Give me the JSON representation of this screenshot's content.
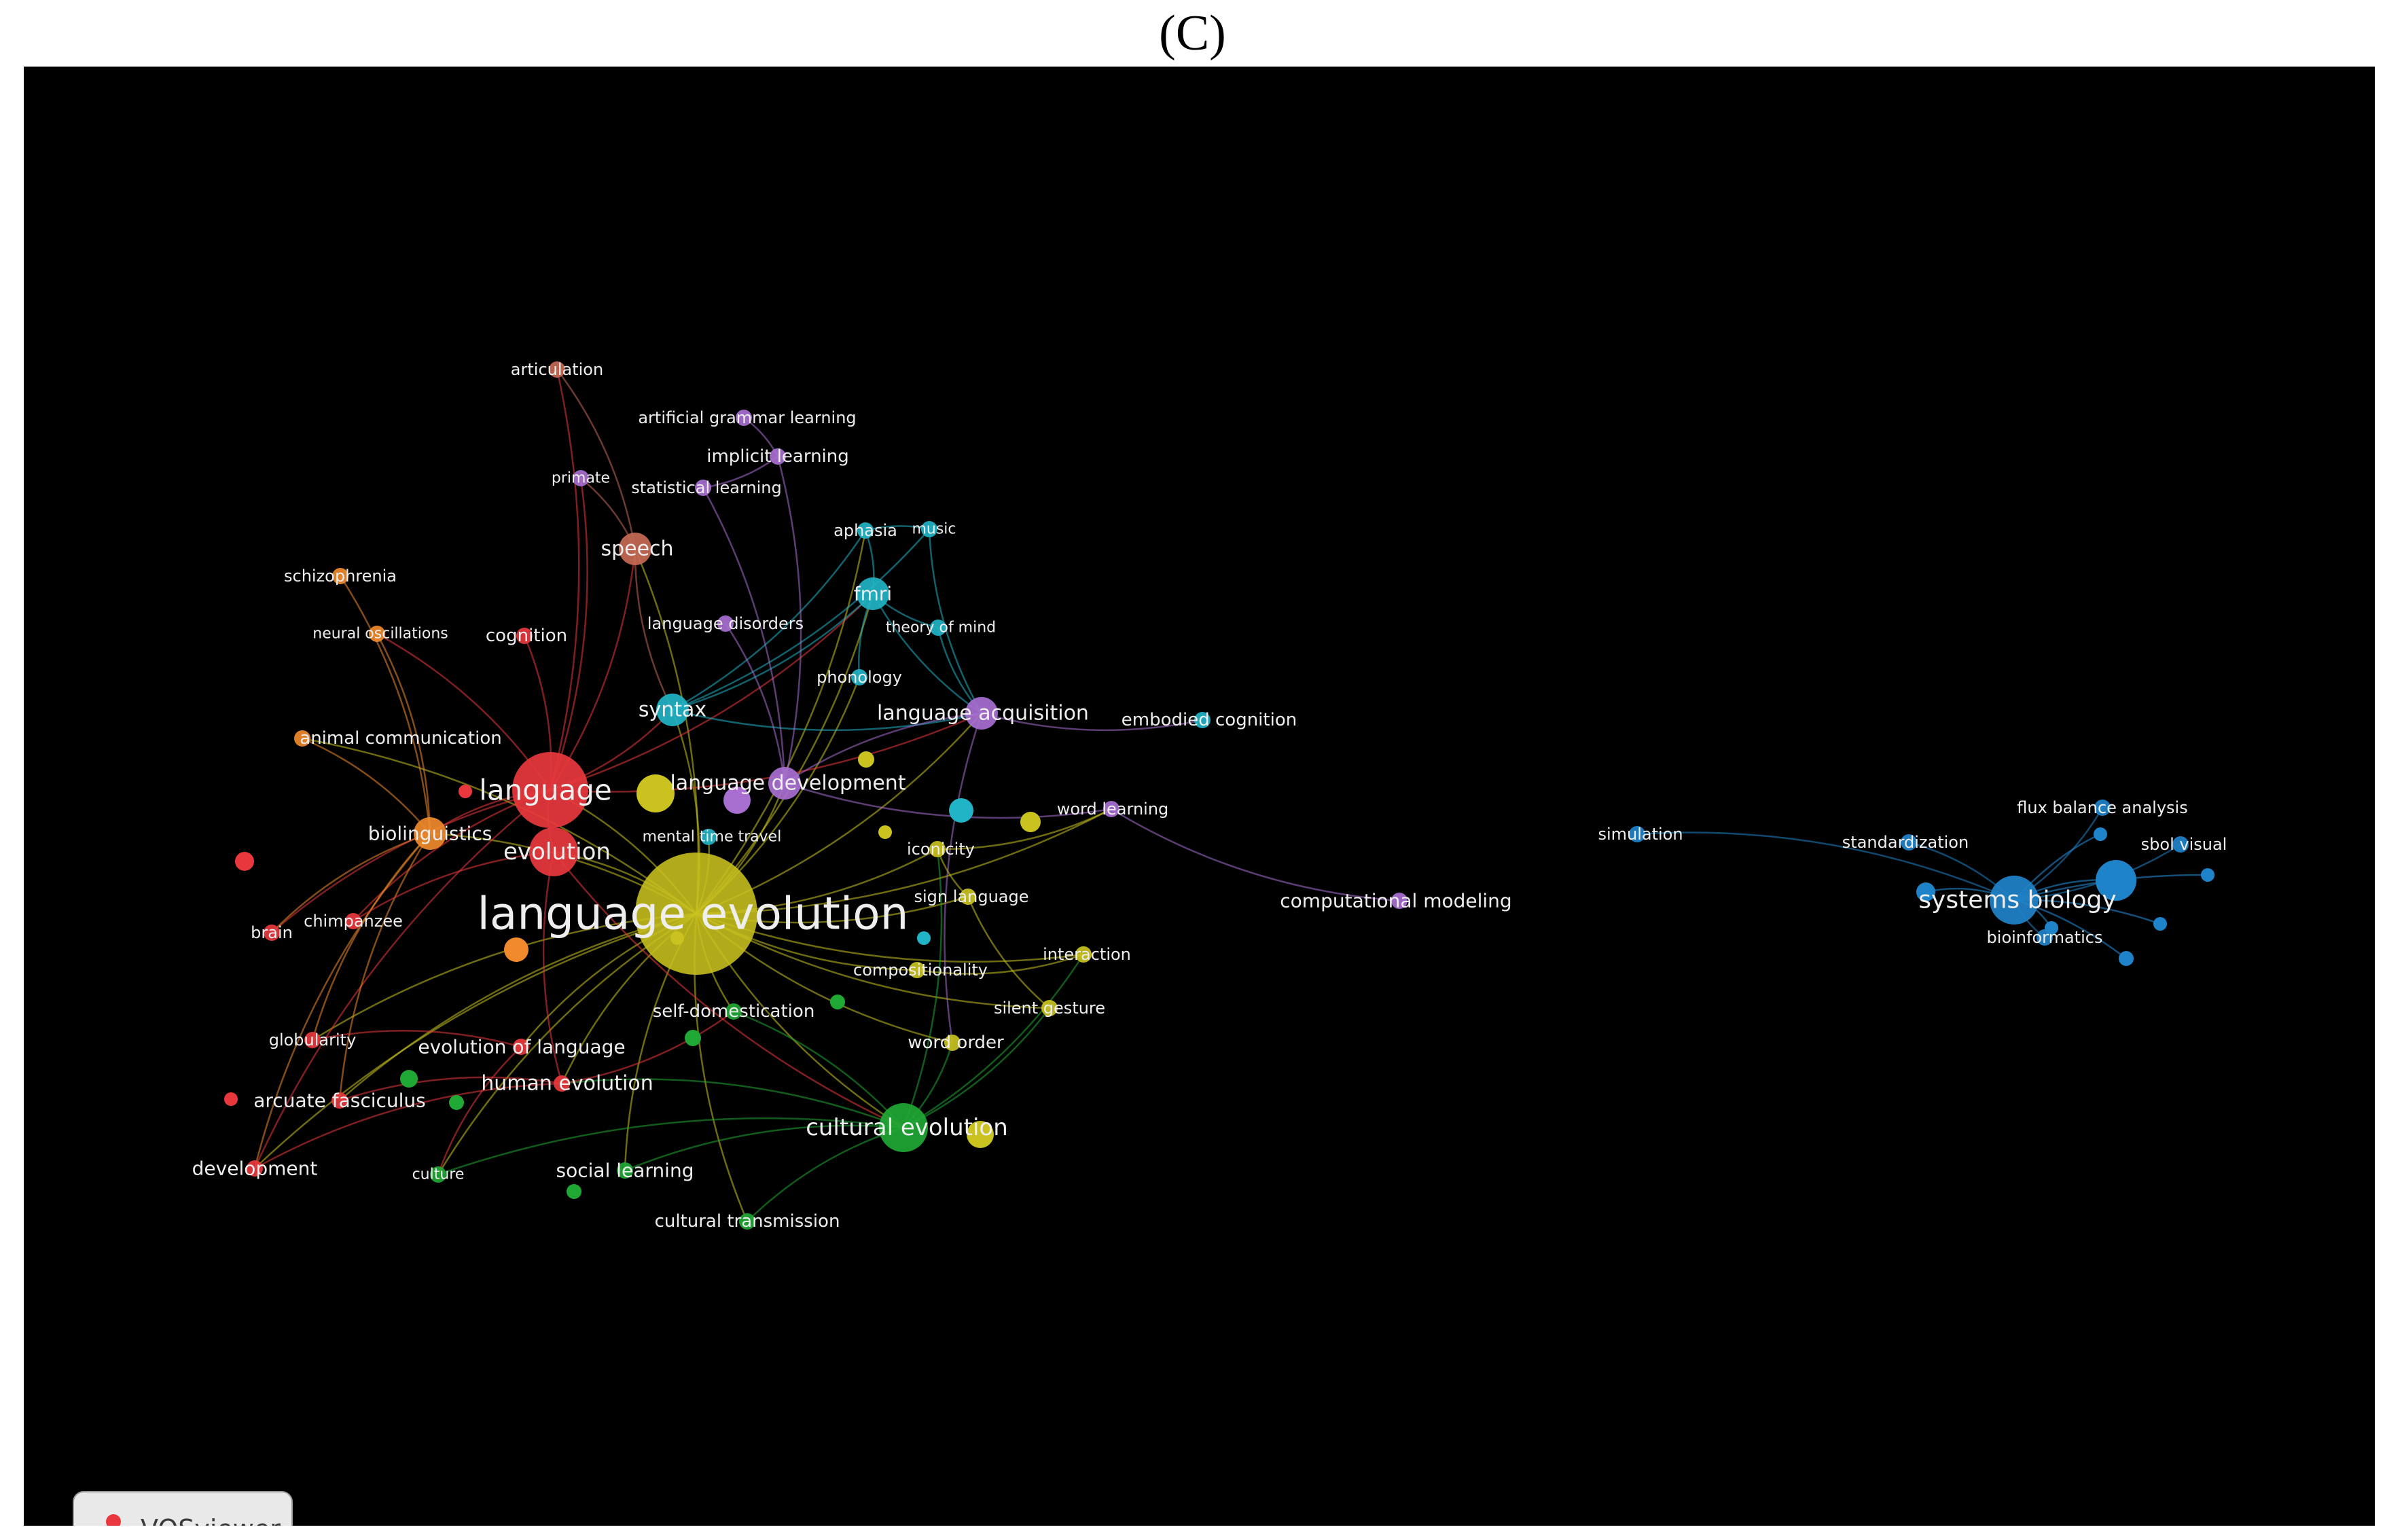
{
  "caption": "(C)",
  "logo_text": "VOSviewer",
  "colors": {
    "background": "#000000",
    "red": "#e8383d",
    "orange": "#f08a2c",
    "yellow": "#c9c21f",
    "green": "#1fa834",
    "purple": "#a86fd1",
    "cyan": "#21b3c6",
    "blue": "#1f83c9",
    "brown": "#c56a55",
    "label": "#eeeeee"
  },
  "nodes": [
    {
      "id": "language evolution",
      "label": "language evolution",
      "cluster": "yellow",
      "size": "largest"
    },
    {
      "id": "language",
      "label": "language",
      "cluster": "red",
      "size": "large"
    },
    {
      "id": "evolution",
      "label": "evolution",
      "cluster": "red",
      "size": "medium"
    },
    {
      "id": "cultural evolution",
      "label": "cultural evolution",
      "cluster": "green",
      "size": "medium"
    },
    {
      "id": "systems biology",
      "label": "systems biology",
      "cluster": "blue",
      "size": "medium"
    },
    {
      "id": "language development",
      "label": "language development",
      "cluster": "purple",
      "size": "small"
    },
    {
      "id": "language acquisition",
      "label": "language acquisition",
      "cluster": "purple",
      "size": "small"
    },
    {
      "id": "syntax",
      "label": "syntax",
      "cluster": "cyan",
      "size": "small"
    },
    {
      "id": "speech",
      "label": "speech",
      "cluster": "brown",
      "size": "small"
    },
    {
      "id": "biolinguistics",
      "label": "biolinguistics",
      "cluster": "orange",
      "size": "small"
    },
    {
      "id": "fmri",
      "label": "fmri",
      "cluster": "cyan",
      "size": "small"
    },
    {
      "id": "aphasia",
      "label": "aphasia",
      "cluster": "cyan",
      "size": "tiny"
    },
    {
      "id": "music",
      "label": "music",
      "cluster": "cyan",
      "size": "tiny"
    },
    {
      "id": "theory of mind",
      "label": "theory of mind",
      "cluster": "cyan",
      "size": "tiny"
    },
    {
      "id": "phonology",
      "label": "phonology",
      "cluster": "cyan",
      "size": "tiny"
    },
    {
      "id": "embodied cognition",
      "label": "embodied cognition",
      "cluster": "cyan",
      "size": "tiny"
    },
    {
      "id": "articulation",
      "label": "articulation",
      "cluster": "brown",
      "size": "tiny"
    },
    {
      "id": "artificial grammar learning",
      "label": "artificial grammar learning",
      "cluster": "purple",
      "size": "tiny"
    },
    {
      "id": "implicit learning",
      "label": "implicit learning",
      "cluster": "purple",
      "size": "tiny"
    },
    {
      "id": "statistical learning",
      "label": "statistical learning",
      "cluster": "purple",
      "size": "tiny"
    },
    {
      "id": "primate",
      "label": "primate",
      "cluster": "purple",
      "size": "tiny"
    },
    {
      "id": "language disorders",
      "label": "language disorders",
      "cluster": "purple",
      "size": "tiny"
    },
    {
      "id": "schizophrenia",
      "label": "schizophrenia",
      "cluster": "orange",
      "size": "tiny"
    },
    {
      "id": "neural oscillations",
      "label": "neural oscillations",
      "cluster": "orange",
      "size": "tiny"
    },
    {
      "id": "cognition",
      "label": "cognition",
      "cluster": "red",
      "size": "tiny"
    },
    {
      "id": "animal communication",
      "label": "animal communication",
      "cluster": "orange",
      "size": "tiny"
    },
    {
      "id": "mental time travel",
      "label": "mental time travel",
      "cluster": "cyan",
      "size": "tiny"
    },
    {
      "id": "iconicity",
      "label": "iconicity",
      "cluster": "yellow",
      "size": "tiny"
    },
    {
      "id": "sign language",
      "label": "sign language",
      "cluster": "yellow",
      "size": "tiny"
    },
    {
      "id": "word learning",
      "label": "word learning",
      "cluster": "purple",
      "size": "tiny"
    },
    {
      "id": "computational modeling",
      "label": "computational modeling",
      "cluster": "purple",
      "size": "tiny"
    },
    {
      "id": "compositionality",
      "label": "compositionality",
      "cluster": "yellow",
      "size": "tiny"
    },
    {
      "id": "interaction",
      "label": "interaction",
      "cluster": "yellow",
      "size": "tiny"
    },
    {
      "id": "silent gesture",
      "label": "silent gesture",
      "cluster": "yellow",
      "size": "tiny"
    },
    {
      "id": "word order",
      "label": "word order",
      "cluster": "yellow",
      "size": "tiny"
    },
    {
      "id": "self-domestication",
      "label": "self-domestication",
      "cluster": "green",
      "size": "tiny"
    },
    {
      "id": "evolution of language",
      "label": "evolution of language",
      "cluster": "red",
      "size": "tiny"
    },
    {
      "id": "human evolution",
      "label": "human evolution",
      "cluster": "red",
      "size": "tiny"
    },
    {
      "id": "globularity",
      "label": "globularity",
      "cluster": "red",
      "size": "tiny"
    },
    {
      "id": "arcuate fasciculus",
      "label": "arcuate fasciculus",
      "cluster": "red",
      "size": "tiny"
    },
    {
      "id": "development",
      "label": "development",
      "cluster": "red",
      "size": "tiny"
    },
    {
      "id": "culture",
      "label": "culture",
      "cluster": "green",
      "size": "tiny"
    },
    {
      "id": "social learning",
      "label": "social learning",
      "cluster": "green",
      "size": "tiny"
    },
    {
      "id": "cultural transmission",
      "label": "cultural transmission",
      "cluster": "green",
      "size": "tiny"
    },
    {
      "id": "brain",
      "label": "brain",
      "cluster": "red",
      "size": "tiny"
    },
    {
      "id": "chimpanzee",
      "label": "chimpanzee",
      "cluster": "red",
      "size": "tiny"
    },
    {
      "id": "simulation",
      "label": "simulation",
      "cluster": "blue",
      "size": "tiny"
    },
    {
      "id": "standardization",
      "label": "standardization",
      "cluster": "blue",
      "size": "tiny"
    },
    {
      "id": "flux balance analysis",
      "label": "flux balance analysis",
      "cluster": "blue",
      "size": "tiny"
    },
    {
      "id": "sbol visual",
      "label": "sbol visual",
      "cluster": "blue",
      "size": "tiny"
    },
    {
      "id": "bioinformatics",
      "label": "bioinformatics",
      "cluster": "blue",
      "size": "tiny"
    }
  ]
}
